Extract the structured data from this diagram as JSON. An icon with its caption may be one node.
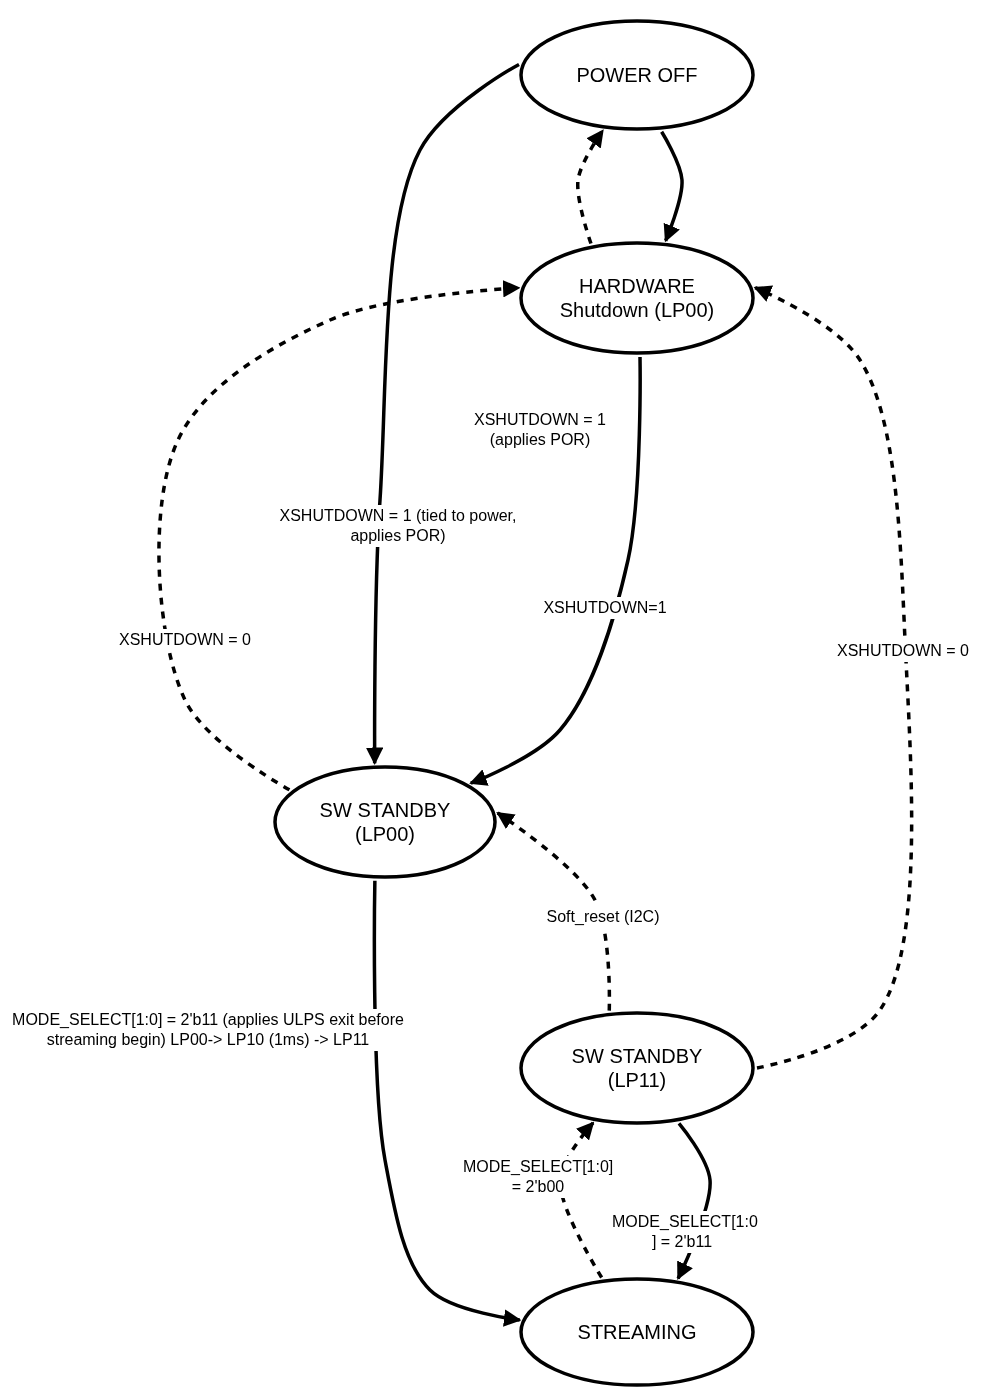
{
  "diagram": {
    "nodes": [
      {
        "text": [
          "POWER OFF"
        ]
      },
      {
        "text": [
          "HARDWARE Shutdown (LP00)"
        ]
      },
      {
        "text": [
          "SW STANDBY (LP00)"
        ]
      },
      {
        "text": [
          "SW STANDBY (LP11)"
        ]
      },
      {
        "text": [
          "STREAMING"
        ]
      }
    ],
    "edges": [
      {
        "from": 0,
        "to": 2,
        "arrow": "to",
        "label": "XSHUTDOWN = 1 (tied to power, applies POR)"
      },
      {
        "from": 1,
        "to": 0,
        "arrow": "to",
        "style": "dashed"
      },
      {
        "from": 0,
        "to": 1,
        "arrow": "to"
      },
      {
        "from": 2,
        "to": 1,
        "arrow": "to",
        "style": "dashed",
        "label": "XSHUTDOWN = 0"
      },
      {
        "from": 1,
        "to": 2,
        "arrow": "to",
        "label": "XSHUTDOWN = 1 (applies POR)"
      },
      {
        "from": 3,
        "to": 1,
        "arrow": "to",
        "style": "dashed",
        "label": "XSHUTDOWN = 0"
      },
      {
        "from": 3,
        "to": 2,
        "arrow": "to",
        "style": "dashed",
        "label": "Soft_reset (I2C)"
      },
      {
        "from": 2,
        "to": 4,
        "arrow": "to",
        "label": "MODE_SELECT[1:0] = 2'b11 (applies ULPS exit before streaming begin) LP00-> LP10 (1ms) -> LP11"
      },
      {
        "from": 4,
        "to": 3,
        "arrow": "to",
        "style": "dashed",
        "label": "MODE_SELECT[1:0] = 2'b00"
      },
      {
        "from": 3,
        "to": 4,
        "arrow": "to",
        "label": "MODE_SELECT[1:0 ] = 2'b11"
      }
    ],
    "labels": [
      "XSHUTDOWN=1"
    ]
  }
}
